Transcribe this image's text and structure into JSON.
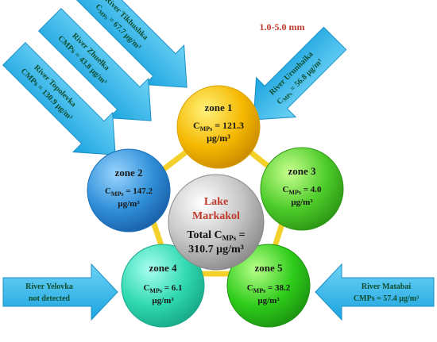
{
  "size_range": "1.0-5.0 mm",
  "lake": {
    "name_line1": "Lake",
    "name_line2": "Markakol",
    "total_line1": "Total C",
    "total_sub": "MPs",
    "total_eq": " =",
    "total_value": "310.7 μg/m³"
  },
  "zones": [
    {
      "label": "zone 1",
      "c": "C",
      "sub": "MPs",
      "value": " = 121.3",
      "unit": "μg/m³",
      "color": "#f5b800"
    },
    {
      "label": "zone 2",
      "c": "C",
      "sub": "MPs",
      "value": " = 147.2",
      "unit": "μg/m³",
      "color": "#2f8fd8"
    },
    {
      "label": "zone 3",
      "c": "C",
      "sub": "MPs",
      "value": " = 4.0",
      "unit": "μg/m³",
      "color": "#4dcc2a"
    },
    {
      "label": "zone 4",
      "c": "C",
      "sub": "MPs",
      "value": " = 6.1",
      "unit": "μg/m³",
      "color": "#2ed8b0"
    },
    {
      "label": "zone 5",
      "c": "C",
      "sub": "MPs",
      "value": " = 38.2",
      "unit": "μg/m³",
      "color": "#2ecc1a"
    }
  ],
  "rivers": [
    {
      "name": "River Tikhushka",
      "c": "C",
      "sub": "MPs",
      "value": " = 67.7 μg/m³"
    },
    {
      "name": "River Zhuelka",
      "c": "CMPs",
      "sub": "",
      "value": " = 43.8 μg/m³"
    },
    {
      "name": "River Topolevka",
      "c": "CMPs",
      "sub": "",
      "value": " = 130.9 μg/m³"
    },
    {
      "name": "River Urunhaika",
      "c": "C",
      "sub": "MPs",
      "value": " = 56.8 μg/m³"
    },
    {
      "name": "River Yelovka",
      "c": "",
      "sub": "",
      "value": "not detected"
    },
    {
      "name": "River Matabai",
      "c": "CMPs",
      "sub": "",
      "value": " = 57.4 μg/m³"
    }
  ],
  "colors": {
    "arrow": "#2fb6ea",
    "arrow_text": "#0e4d2e",
    "lake_title": "#c0392b",
    "ring": "#f4d02a"
  }
}
